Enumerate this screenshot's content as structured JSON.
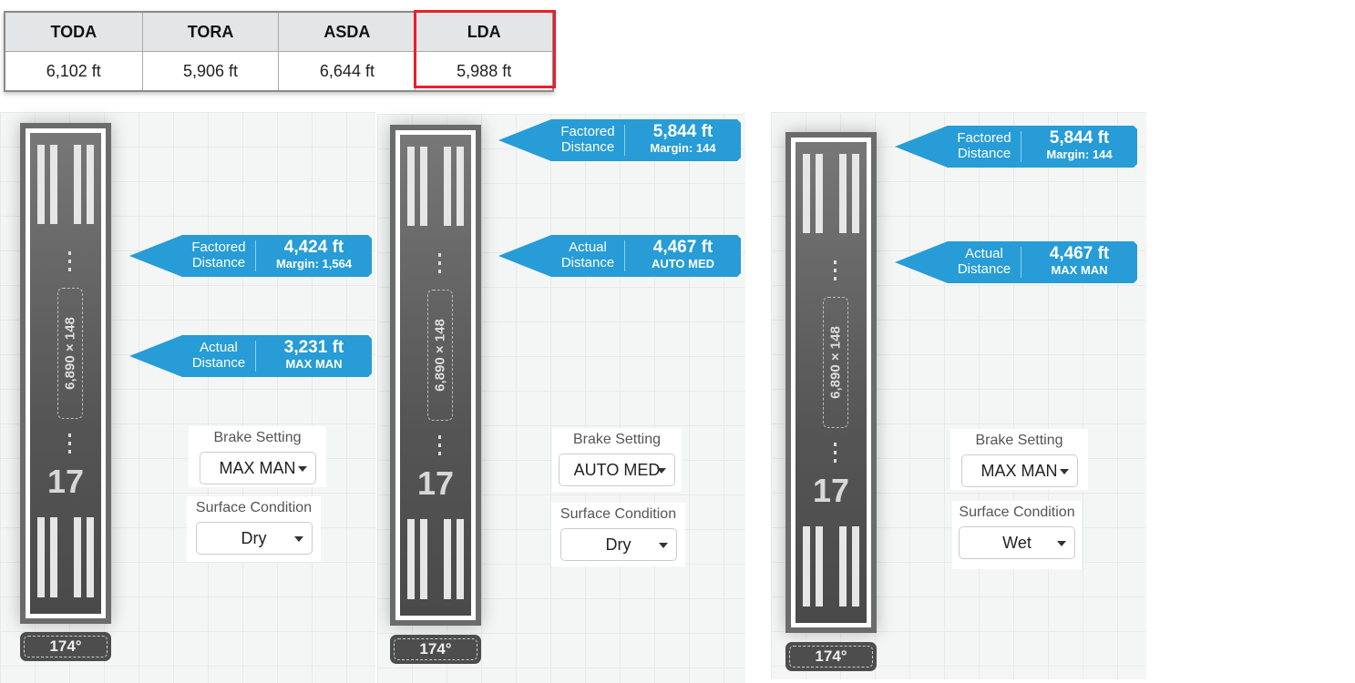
{
  "declared_distances": {
    "headers": [
      "TODA",
      "TORA",
      "ASDA",
      "LDA"
    ],
    "values": [
      "6,102 ft",
      "5,906 ft",
      "6,644 ft",
      "5,988 ft"
    ],
    "highlight_color": "#e8202a"
  },
  "accent_color": "#279cd6",
  "panels": [
    {
      "runway": {
        "dimensions": "6,890 × 148",
        "number": "17",
        "heading": "174°"
      },
      "factored": {
        "label": "Factored Distance",
        "value": "4,424 ft",
        "sub": "Margin: 1,564"
      },
      "actual": {
        "label": "Actual Distance",
        "value": "3,231 ft",
        "sub": "MAX MAN"
      },
      "brake": {
        "label": "Brake Setting",
        "value": "MAX MAN"
      },
      "surface": {
        "label": "Surface Condition",
        "value": "Dry"
      }
    },
    {
      "runway": {
        "dimensions": "6,890 × 148",
        "number": "17",
        "heading": "174°"
      },
      "factored": {
        "label": "Factored Distance",
        "value": "5,844 ft",
        "sub": "Margin: 144"
      },
      "actual": {
        "label": "Actual Distance",
        "value": "4,467 ft",
        "sub": "AUTO MED"
      },
      "brake": {
        "label": "Brake Setting",
        "value": "AUTO MED"
      },
      "surface": {
        "label": "Surface Condition",
        "value": "Dry"
      }
    },
    {
      "runway": {
        "dimensions": "6,890 × 148",
        "number": "17",
        "heading": "174°"
      },
      "factored": {
        "label": "Factored Distance",
        "value": "5,844 ft",
        "sub": "Margin: 144"
      },
      "actual": {
        "label": "Actual Distance",
        "value": "4,467 ft",
        "sub": "MAX MAN"
      },
      "brake": {
        "label": "Brake Setting",
        "value": "MAX MAN"
      },
      "surface": {
        "label": "Surface Condition",
        "value": "Wet"
      }
    }
  ]
}
